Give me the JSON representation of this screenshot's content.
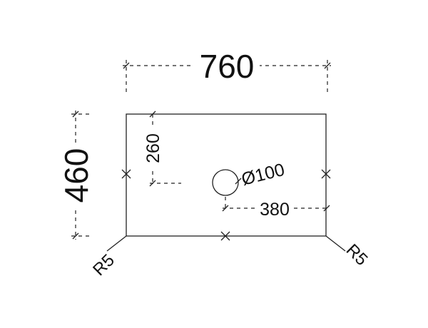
{
  "dimensions": {
    "width": "760",
    "height": "460",
    "hole_offset_top": "260",
    "hole_offset_right": "380",
    "hole_diameter": "Ø100",
    "radius_left": "R5",
    "radius_right": "R5"
  },
  "colors": {
    "line": "#222222",
    "background": "#ffffff"
  }
}
